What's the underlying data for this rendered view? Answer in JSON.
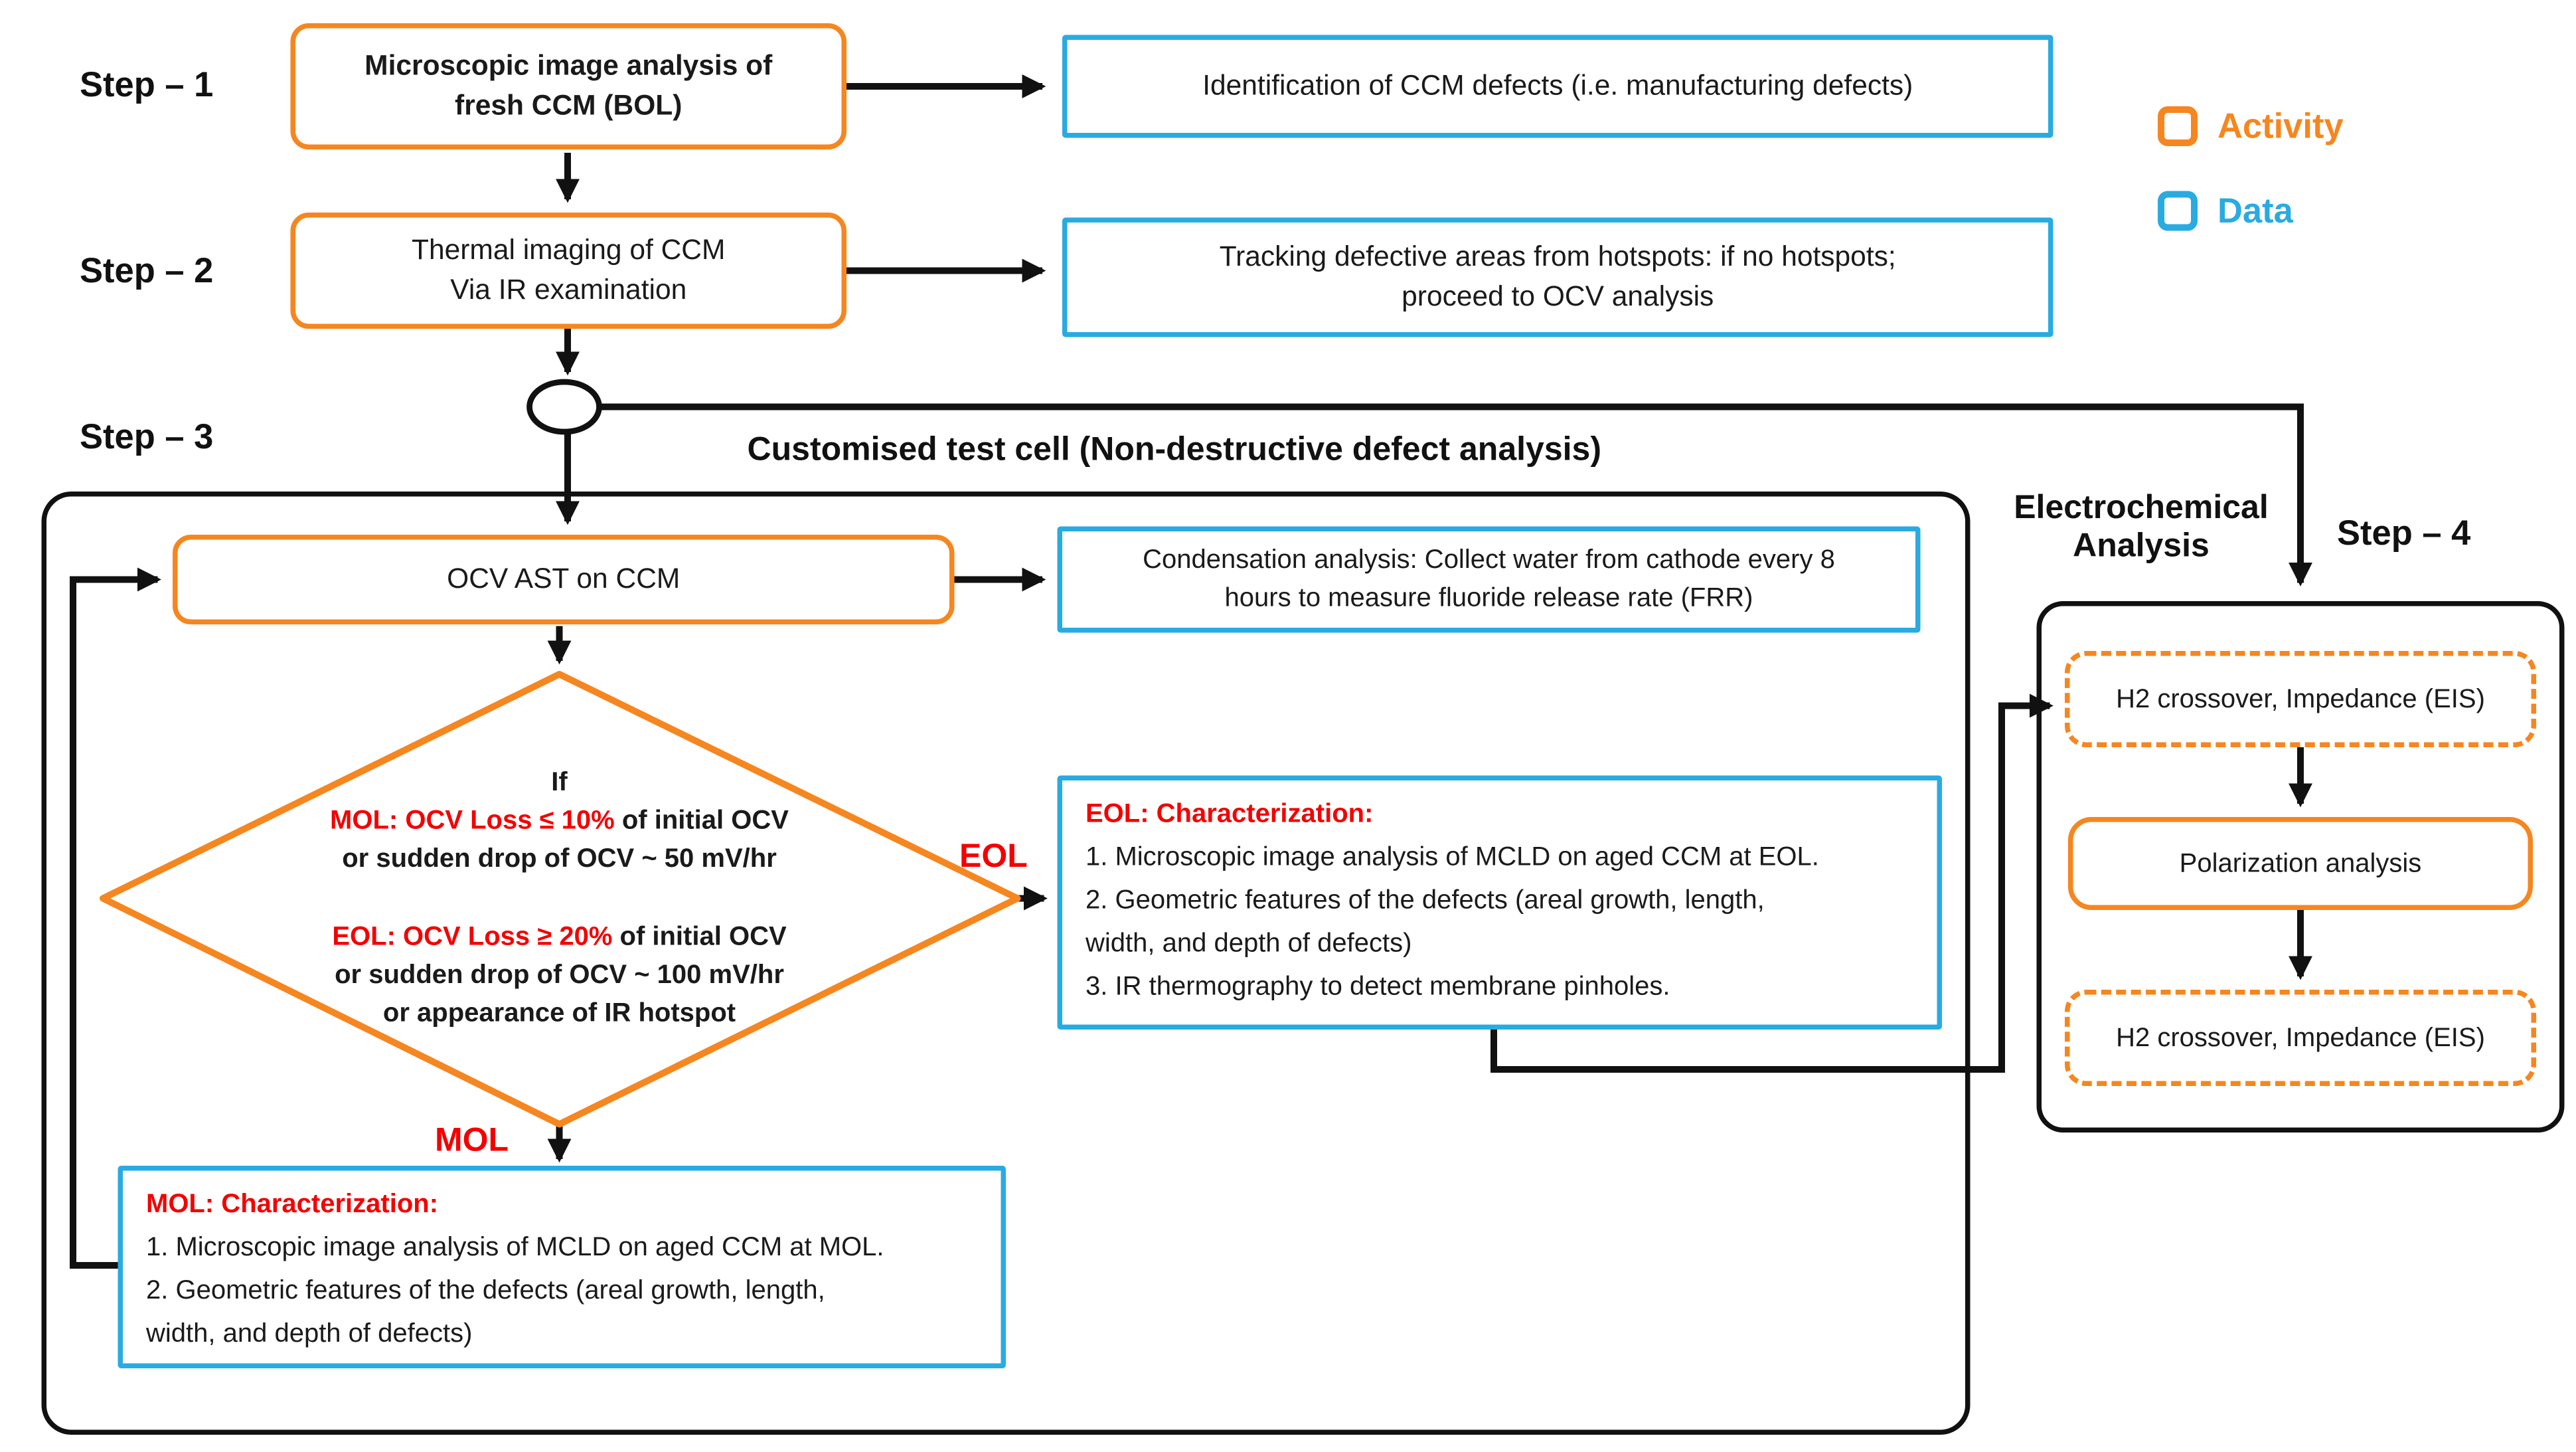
{
  "colors": {
    "activity_orange": "#F6861F",
    "data_blue": "#29ABE2",
    "highlight_red": "#F40000",
    "line_black": "#111111"
  },
  "step_labels": {
    "step1": "Step – 1",
    "step2": "Step – 2",
    "step3": "Step – 3",
    "step4": "Step – 4"
  },
  "legend": {
    "activity": "Activity",
    "data": "Data"
  },
  "row1": {
    "activity_line1": "Microscopic image analysis of",
    "activity_line2": "fresh CCM (BOL)",
    "data_text": "Identification of CCM defects (i.e. manufacturing defects)"
  },
  "row2": {
    "activity_line1": "Thermal imaging of CCM",
    "activity_line2": "Via IR examination",
    "data_line1": "Tracking defective areas from hotspots: if no hotspots;",
    "data_line2": "proceed to OCV analysis"
  },
  "test_cell": {
    "title": "Customised test cell (Non-destructive defect analysis)",
    "ocv_ast": "OCV AST on CCM",
    "condensation_line1": "Condensation analysis: Collect water from cathode every 8",
    "condensation_line2": "hours to measure fluoride release rate (FRR)"
  },
  "decision": {
    "intro": "If",
    "mol_head": "MOL: OCV Loss ≤ 10% ",
    "mol_rest": "of initial OCV",
    "mol_line2": "or sudden drop of OCV ~ 50 mV/hr",
    "eol_head": "EOL: OCV Loss ≥ 20% ",
    "eol_rest": "of initial OCV",
    "eol_line2": "or sudden drop of OCV ~ 100 mV/hr",
    "eol_line3": "or appearance of IR hotspot",
    "eol_tag": "EOL",
    "mol_tag": "MOL"
  },
  "eol_char": {
    "title": "EOL: Characterization:",
    "items": [
      "1. Microscopic image analysis of MCLD on aged CCM at EOL.",
      "2. Geometric features of the defects (areal growth, length,",
      "width, and depth of defects)",
      "3. IR thermography to detect membrane pinholes."
    ]
  },
  "mol_char": {
    "title": "MOL: Characterization:",
    "items": [
      "1. Microscopic image analysis of MCLD on aged CCM at MOL.",
      "2. Geometric features of the defects (areal growth, length,",
      "width, and depth of defects)"
    ]
  },
  "electro": {
    "label_line1": "Electrochemical",
    "label_line2": "Analysis",
    "h2_eis": "H2 crossover, Impedance (EIS)",
    "polarization": "Polarization analysis"
  }
}
